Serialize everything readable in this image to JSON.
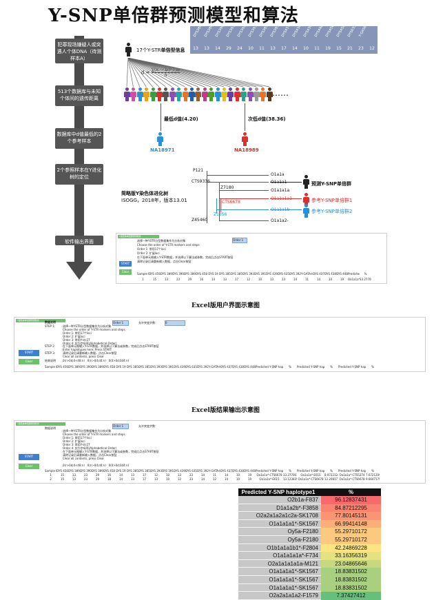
{
  "title": "Y-SNP单倍群预测模型和算法",
  "flow_steps": [
    "犯罪现场嫌疑人或突遇人个体DNA（待测样本A）",
    "513个数据库与未知个体间的遗传距离",
    "数据库中d值最低的2个参考样本",
    "2个参照样本在Y进化树的定位",
    "软件输出界面"
  ],
  "str_header": {
    "label_prefix": "17个Y-STR",
    "label_main": "单倍型信息",
    "loci": [
      "DYS19",
      "DYS389I",
      "DYS389II",
      "DYS390",
      "DYS391",
      "DYS392",
      "DYS393",
      "DYS385a",
      "DYS385b",
      "DYS437",
      "DYS438",
      "DYS439",
      "DYS448",
      "DYS456",
      "DYS458",
      "DYS635",
      "Y-GATA-H4"
    ],
    "values": [
      "13",
      "13",
      "14",
      "29",
      "24",
      "10",
      "11",
      "13",
      "17",
      "14",
      "10",
      "11",
      "19",
      "15",
      "21",
      "23",
      "12"
    ]
  },
  "formula": {
    "lhs": "d =",
    "numerator": "∑(xᵢ − bᵢ)² / wᵢ",
    "denominator": "n"
  },
  "ellipsis": "……",
  "nearest": {
    "label": "最低d值(4.20)",
    "id": "NA18971",
    "color": "#2a8fd6"
  },
  "second": {
    "label": "次低d值(38.36)",
    "id": "NA18989",
    "color": "#d9312b"
  },
  "people_colors": [
    "#6a3fa0",
    "#d64aa8",
    "#2a8fd6",
    "#e6a31b",
    "#3a9e49",
    "#d9312b",
    "#555555",
    "#8a4fb8",
    "#26a7a2",
    "#e8742a",
    "#1f5fa8",
    "#9c5c2e",
    "#c23b84",
    "#4f9d2f",
    "#2a8fd6",
    "#e0c019",
    "#6a3fa0",
    "#d9312b",
    "#2aa28f",
    "#8a4fb8",
    "#9a9a9a",
    "#e8742a",
    "#5a3a1a"
  ],
  "tree_note": {
    "line1": "简略版Y染色体进化树",
    "line2": "ISOGG，2018年，版本13.01"
  },
  "tree_labels": {
    "p121": "P121",
    "cts9336": "CTS9336",
    "z7180": "Z7180",
    "cts6678": "CTS6678",
    "z1356": "Z1356",
    "z45460": "Z45460",
    "o1a": "O1a1a",
    "o1a1a1": "O1a1a1",
    "o1a1a1a": "O1a1a1a",
    "o1a1a1a1": "O1a1a1a1",
    "o1a1a1b": "O1a1a1b",
    "o1a1a2": "O1a1a2-",
    "pred": "预测Y-SNP单倍群",
    "ref1": "参考Y-SNP单倍群1",
    "ref2": "参考Y-SNP单倍群2"
  },
  "excel_captions": [
    "Excel版用户界面示意图",
    "Excel版结果输出示意图"
  ],
  "excel_ui": {
    "title_tag": "Y染色体单倍群预测软件",
    "sections": [
      "数据说明",
      "STEP 1:",
      "STEP 2:",
      "STEP 3:",
      "STEP 4:",
      "结果说明"
    ],
    "lines": [
      "选择一种YSTR分型数据集作为分析对象",
      "Choose the order of Y-STR markers and steps",
      "Order 1: 常用17个loci",
      "Order 2: 扩展loci",
      "Order 3: 常用Y-str27",
      "Order 4: 仅为字母序(Alphabetical Order)",
      "在下面单元格输入Y-STR数据，并选择以下算法或参数，完成后点击START按钮",
      "Enter haplotypes here; Press START",
      "清除记录后请重新输入数据，点击Clear按钮",
      "Clear all contents, press Clear"
    ],
    "order_select": "Order 1",
    "type_label": "允许突变步数：",
    "type_value": "0",
    "start_label": "START",
    "clear_label": "Clear",
    "result_codes": [
      "0(r>0d;d<48:n)",
      "0(n>0d;d4:n)",
      "0(0>0d;0d4:n)"
    ],
    "columns": [
      "Sample ID",
      "DYS 456",
      "DYS 389I",
      "DYS 390",
      "DYS 389II",
      "DYS 458",
      "DYS 19",
      "DYS 385a",
      "DYS 385b",
      "DYS 393",
      "DYS 391",
      "DYS 439",
      "DYS 635",
      "DYS 392",
      "Y-GATA-H4",
      "DYS 437",
      "DYS 438",
      "DYS 448",
      "Predicted Y-SNP haplotype1",
      "%",
      "Predicted Y-SNP haplotype2",
      "%",
      "Predicted Y-SNP haplotype3",
      "%"
    ]
  },
  "excel_out": {
    "row1": [
      "1",
      "15",
      "13",
      "23",
      "29",
      "16",
      "14",
      "13",
      "17",
      "12",
      "10",
      "13",
      "23",
      "14",
      "11",
      "14",
      "10",
      "19",
      "Oa1a1a*-CTS6678",
      "33.27700383",
      "Oa1a1a*-E615",
      "8.972232432",
      "Oa1a1a*-CTS5274",
      "7.67212092"
    ],
    "row2": [
      "2",
      "15",
      "13",
      "23",
      "29",
      "18",
      "14",
      "13",
      "17",
      "13",
      "10",
      "12",
      "23",
      "14",
      "12",
      "14",
      "10",
      "19",
      "Oa1a1a*-E615",
      "13.12383504",
      "Oa1a1a*-CTS6678",
      "12.2081711",
      "Oa1a1a*-CTS6678",
      "9.66471798"
    ]
  },
  "results": {
    "header_col1": "Predicted Y-SNP haplotype1",
    "header_col2": "%",
    "rows": [
      {
        "hap": "O2b1a-F837",
        "pct": "96.12837431",
        "color": "#f8696b"
      },
      {
        "hap": "D1a1a2b*-F3858",
        "pct": "84.87212295",
        "color": "#f98570"
      },
      {
        "hap": "O2a2a1a2a1c2a-SK1708",
        "pct": "77.80145131",
        "color": "#fa9573"
      },
      {
        "hap": "O1a1a1a1*-SK1567",
        "pct": "66.99414148",
        "color": "#fbae78"
      },
      {
        "hap": "Oy5a-F2180",
        "pct": "55.29710172",
        "color": "#fdc97e"
      },
      {
        "hap": "Oy5a-F2180",
        "pct": "55.29710172",
        "color": "#fdc97e"
      },
      {
        "hap": "O1b1a1a1b1*-F2804",
        "pct": "42.24869228",
        "color": "#fee482"
      },
      {
        "hap": "O1a1a1a1a*-F734",
        "pct": "33.16356319",
        "color": "#e5e282"
      },
      {
        "hap": "O2a1a1a1a1a-M121",
        "pct": "23.04865646",
        "color": "#c6d980"
      },
      {
        "hap": "O1a1a1a1*-SK1567",
        "pct": "18.83831502",
        "color": "#a8d07f"
      },
      {
        "hap": "O1a1a1a1*-SK1567",
        "pct": "18.83831502",
        "color": "#a8d07f"
      },
      {
        "hap": "O1a1a1a1*-SK1567",
        "pct": "18.83831502",
        "color": "#a8d07f"
      },
      {
        "hap": "O2a2a1a1a2-F1579",
        "pct": "7.37427412",
        "color": "#66c07b"
      }
    ]
  }
}
